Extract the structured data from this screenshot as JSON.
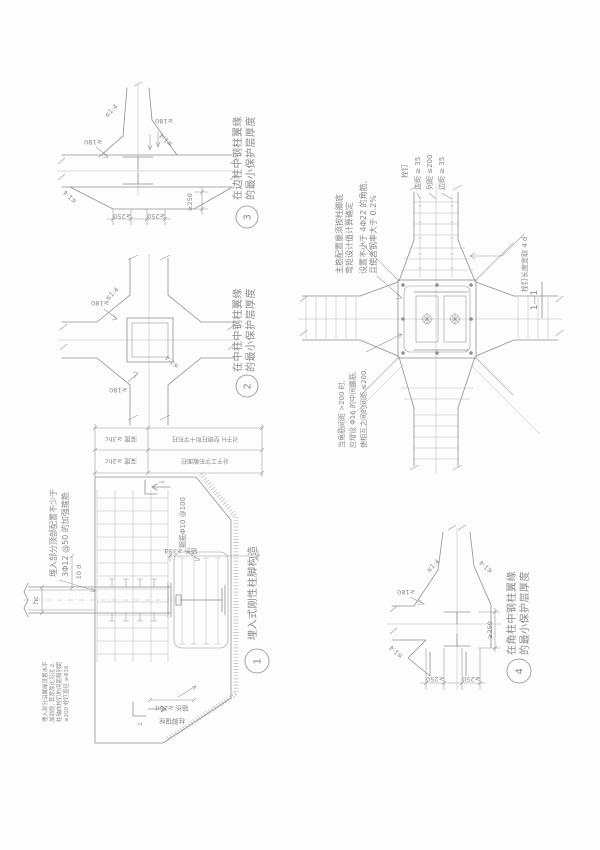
{
  "page": {
    "background": "#fdfdfd",
    "line_color": "#8f8f8f",
    "text_color": "#8a8a8a"
  },
  "dims": {
    "ge180": "≥180",
    "le14": "≤1:4",
    "ge250": "≥250"
  },
  "d1": {
    "number": "1",
    "title": "埋入式刚性柱脚构造",
    "noteA": [
      "埋入部分顶部配置不少于",
      "3Φ12 @50 的加强箍筋"
    ],
    "noteB": [
      "埋入部分沿翼缘设置水平",
      "加劲肋, 其宽厚比见注 2.",
      "柱轴向栓钉的间距和列距",
      "≤200 栓钉直径 ≥Φ16"
    ],
    "hoop_label": "箍筋Φ10 @100",
    "dim_hc": "hc",
    "dim_10d": "10 d",
    "dim_anchor35": "锚长 ≥35d",
    "bolt_label": "柱脚锚栓",
    "dim_anchor25": "锚长 ≥25d",
    "section_mark": "1",
    "depth_table": [
      {
        "dim": "深度 ≥3hc",
        "note": "对于H 型钢柱和十字形柱"
      },
      {
        "dim": "深度 ≥2hc",
        "note": "对于工字形截面柱"
      }
    ]
  },
  "plan": {
    "label": "1—1",
    "note_main": [
      "主筋配置量须按柱脚底",
      "弯矩设计值计算确定",
      "设置不小于 4Φ22 的角筋,",
      "且使含钢率大于 0.2%"
    ],
    "stud_label": "栓钉",
    "stud_dims": [
      "边距 ≥ 35",
      "列距 ≤200",
      "边距 ≥ 35"
    ],
    "stud_length_note": "栓钉长度宜取 4 d",
    "note_tie": [
      "当角筋间距 >200 时,",
      "应增设 Φ16 的中间腰筋,",
      "使相互之间的间距 ≤200."
    ]
  },
  "d2": {
    "number": "2",
    "title": [
      "在中柱中钢柱翼缘",
      "的最小保护层厚度"
    ]
  },
  "d3": {
    "number": "3",
    "title": [
      "在边柱中钢柱翼缘",
      "的最小保护层厚度"
    ]
  },
  "d4": {
    "number": "4",
    "title": [
      "在角柱中钢柱翼缘",
      "的最小保护层厚度"
    ]
  }
}
